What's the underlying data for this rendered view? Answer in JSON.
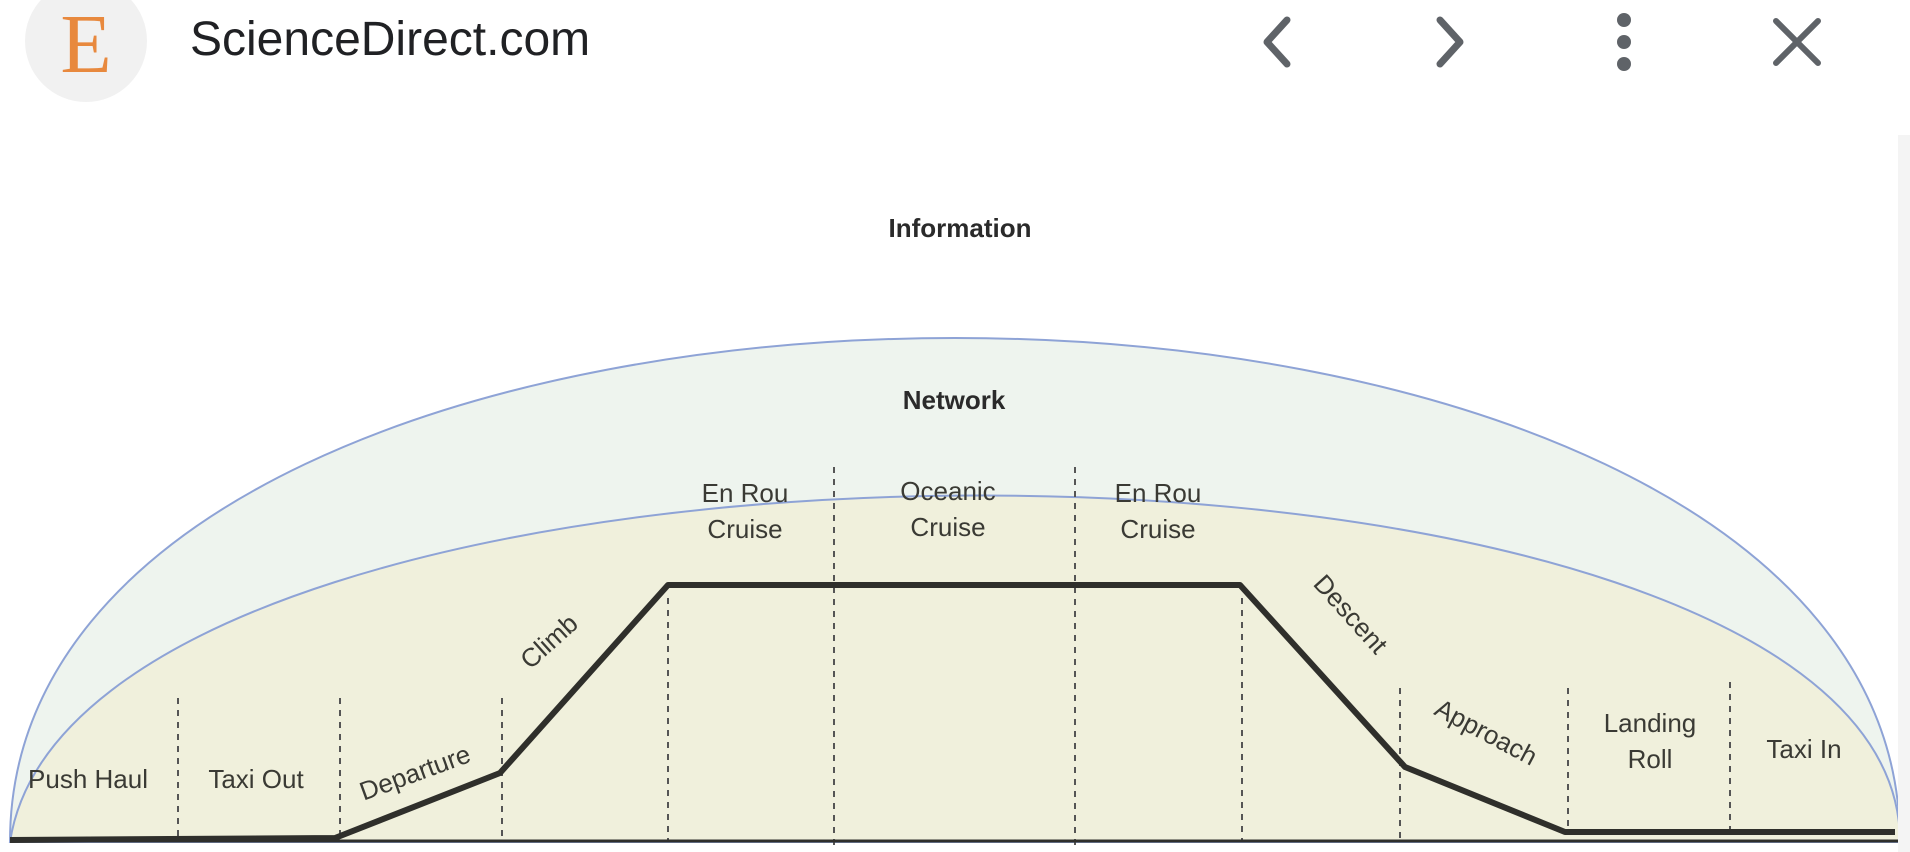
{
  "header": {
    "logo_letter": "E",
    "site_title": "ScienceDirect.com",
    "icons": {
      "back": "chevron-left-icon",
      "forward": "chevron-right-icon",
      "more": "more-vert-icon",
      "close": "close-icon"
    }
  },
  "figure": {
    "outer_region_label": "Information",
    "inner_region_label": "Network",
    "phases": [
      {
        "id": "push-haul",
        "lines": [
          "Push Haul"
        ]
      },
      {
        "id": "taxi-out",
        "lines": [
          "Taxi Out"
        ]
      },
      {
        "id": "departure",
        "lines": [
          "Departure"
        ]
      },
      {
        "id": "climb",
        "lines": [
          "Climb"
        ]
      },
      {
        "id": "en-rou-cruise-1",
        "lines": [
          "En Rou",
          "Cruise"
        ]
      },
      {
        "id": "oceanic-cruise",
        "lines": [
          "Oceanic",
          "Cruise"
        ]
      },
      {
        "id": "en-rou-cruise-2",
        "lines": [
          "En Rou",
          "Cruise"
        ]
      },
      {
        "id": "descent",
        "lines": [
          "Descent"
        ]
      },
      {
        "id": "approach",
        "lines": [
          "Approach"
        ]
      },
      {
        "id": "landing-roll",
        "lines": [
          "Landing",
          "Roll"
        ]
      },
      {
        "id": "taxi-in",
        "lines": [
          "Taxi In"
        ]
      }
    ],
    "colors": {
      "outer_fill": "#eef4ee",
      "inner_fill": "#f0f0dc",
      "dome_stroke": "#8ea3d6",
      "profile_stroke": "#2f2f2b",
      "label_color": "#3a3a34"
    }
  }
}
